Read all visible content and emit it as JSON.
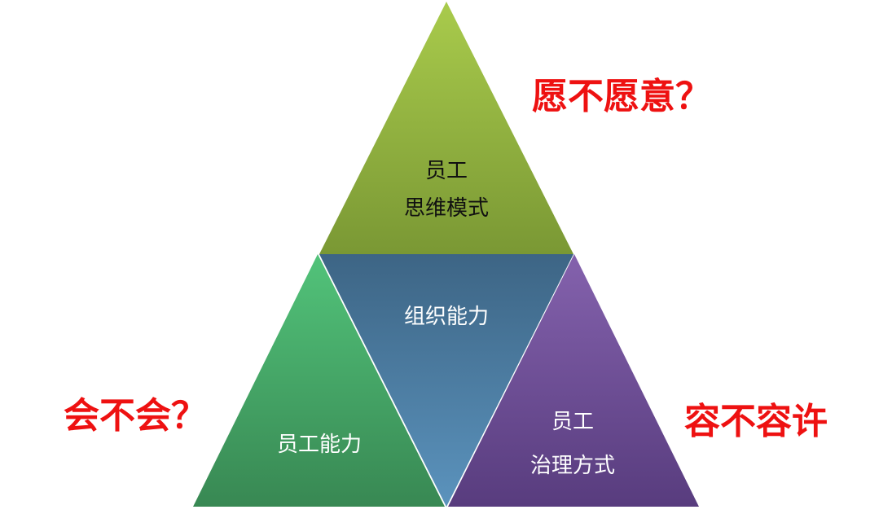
{
  "colors": {
    "top": "#9cbf45",
    "middle": "#4a7aa0",
    "left": "#47ae68",
    "right": "#6e509a",
    "question": "#ee1111"
  },
  "pyramid": {
    "top": {
      "line1": "员工",
      "line2": "思维模式"
    },
    "middle": {
      "label": "组织能力"
    },
    "left": {
      "label": "员工能力"
    },
    "right": {
      "line1": "员工",
      "line2": "治理方式"
    }
  },
  "questions": {
    "willing": "愿不愿意？",
    "able": "会不会？",
    "allowed": "容不容许"
  }
}
